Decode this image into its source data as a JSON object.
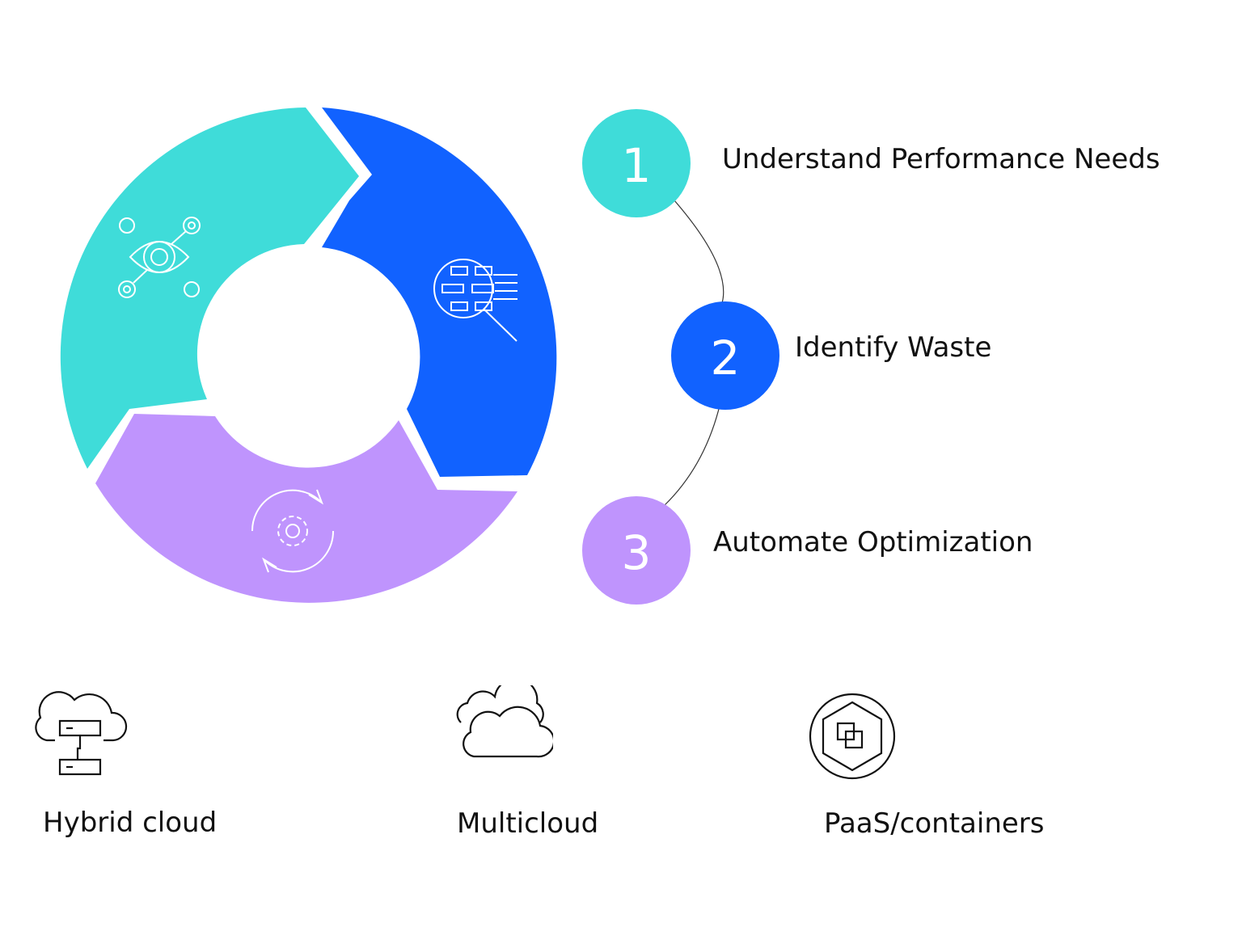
{
  "steps": [
    {
      "number": "1",
      "label": "Understand Performance Needs",
      "color": "#3fdcd9"
    },
    {
      "number": "2",
      "label": "Identify Waste",
      "color": "#1162ff"
    },
    {
      "number": "3",
      "label": "Automate Optimization",
      "color": "#bf94fd"
    }
  ],
  "segment_icons": [
    "eye-network-icon",
    "magnifier-data-icon",
    "gear-refresh-icon"
  ],
  "environments": [
    {
      "label": "Hybrid cloud",
      "icon": "hybrid-cloud-server-icon"
    },
    {
      "label": "Multicloud",
      "icon": "cloud-icon"
    },
    {
      "label": "PaaS/containers",
      "icon": "container-hexagon-icon"
    }
  ]
}
